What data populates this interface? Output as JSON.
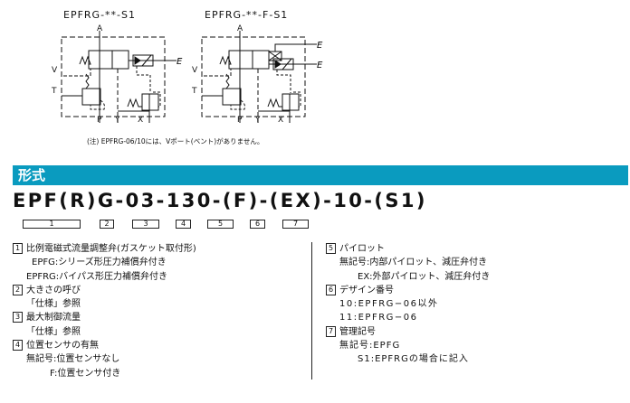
{
  "diagrams": [
    {
      "title": "EPFRG-**-S1",
      "ports": {
        "A": "A",
        "V": "V",
        "T": "T",
        "P": "P",
        "Y": "Y",
        "X": "X"
      }
    },
    {
      "title": "EPFRG-**-F-S1",
      "ports": {
        "A": "A",
        "V": "V",
        "T": "T",
        "P": "P",
        "Y": "Y",
        "X": "X"
      }
    }
  ],
  "note": "(注) EPFRG-06/10には、Vポート(ベント)がありません。",
  "section": {
    "title": "形式",
    "color": "#0a9bbf"
  },
  "model_code": "EPF(R)G-03-130-(F)-(EX)-10-(S1)",
  "code_boxes": [
    "1",
    "2",
    "3",
    "4",
    "5",
    "6",
    "7"
  ],
  "left_list": [
    {
      "num": "1",
      "title": "比例電磁式流量調整弁(ガスケット取付形)",
      "lines": [
        " EPFG:シリーズ形圧力補償弁付き",
        "EPFRG:バイパス形圧力補償弁付き"
      ]
    },
    {
      "num": "2",
      "title": "大きさの呼び",
      "lines": [
        "「仕様」参照"
      ]
    },
    {
      "num": "3",
      "title": "最大制御流量",
      "lines": [
        "「仕様」参照"
      ]
    },
    {
      "num": "4",
      "title": "位置センサの有無",
      "lines": [
        "無記号:位置センサなし",
        "F:位置センサ付き"
      ]
    }
  ],
  "right_list": [
    {
      "num": "5",
      "title": "パイロット",
      "lines": [
        "無記号:内部パイロット、減圧弁付き",
        "EX:外部パイロット、減圧弁付き"
      ]
    },
    {
      "num": "6",
      "title": "デザイン番号",
      "lines": [
        "10:EPFRG−06以外",
        "11:EPFRG−06"
      ]
    },
    {
      "num": "7",
      "title": "管理記号",
      "lines": [
        "無記号:EPFG",
        "S1:EPFRGの場合に記入"
      ]
    }
  ]
}
